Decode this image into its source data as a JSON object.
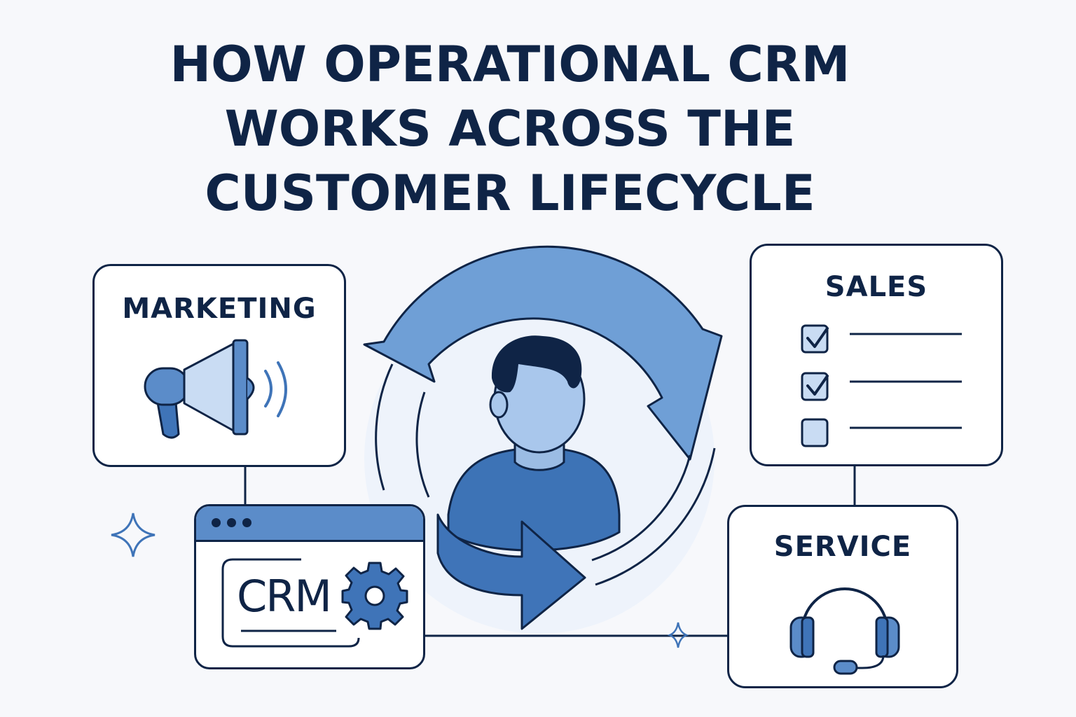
{
  "title": {
    "line1": "HOW OPERATIONAL CRM",
    "line2": "WORKS ACROSS THE",
    "line3": "CUSTOMER LIFECYCLE"
  },
  "cards": {
    "marketing": {
      "label": "MARKETING"
    },
    "sales": {
      "label": "SALES"
    },
    "service": {
      "label": "SERVICE"
    },
    "crm": {
      "label": "CRM"
    }
  },
  "colors": {
    "navy": "#0f2446",
    "blue": "#3f74b8",
    "mid_blue": "#6f9fd6",
    "light_blue": "#b9d1ef",
    "background": "#f7f8fb"
  },
  "icons": {
    "marketing": "megaphone-icon",
    "sales": "checklist-icon",
    "service": "headset-icon",
    "crm": "gear-icon",
    "center": "customer-avatar-icon",
    "cycle": "circular-arrows-icon"
  }
}
